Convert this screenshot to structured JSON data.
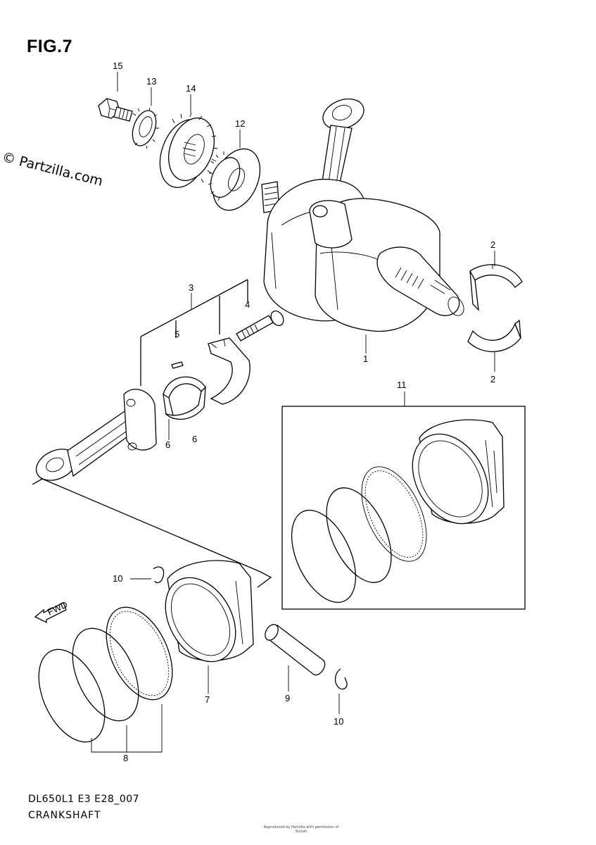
{
  "figure": {
    "title": "FIG.7",
    "watermark": "© Partzilla.com",
    "model_code": "DL650L1 E3 E28_007",
    "caption": "CRANKSHAFT",
    "footer": "Reproduced by Partzilla with permission of Suzuki"
  },
  "callouts": {
    "c1": "1",
    "c2a": "2",
    "c2b": "2",
    "c3": "3",
    "c4": "4",
    "c5": "5",
    "c6a": "6",
    "c6b": "6",
    "c7": "7",
    "c8": "8",
    "c9": "9",
    "c10a": "10",
    "c10b": "10",
    "c11": "11",
    "c12": "12",
    "c13": "13",
    "c14": "14",
    "c15": "15"
  },
  "fwd_label": "FWD"
}
